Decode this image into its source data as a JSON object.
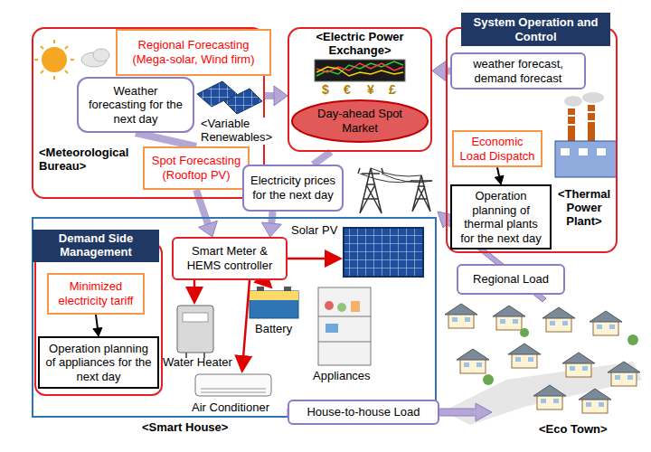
{
  "diagram": {
    "nodes": [
      {
        "text": [
          "<Meteorological Bureau>"
        ]
      },
      {
        "text": [
          "Regional Forecasting (Mega-solar, Wind firm)"
        ]
      },
      {
        "text": [
          "Weather forecasting for the next day"
        ],
        "in": 0
      },
      {
        "text": [
          "Spot Forecasting (Rooftop PV)"
        ]
      },
      {
        "text": [
          "<Electric Power Exchange>"
        ]
      },
      {
        "text": [
          "Day-ahead Spot Market"
        ],
        "in": 4
      },
      {
        "text": [
          "<Thermal Power Plant>"
        ]
      },
      {
        "text": [
          "System Operation and Control"
        ],
        "in": 6
      },
      {
        "text": [
          "weather forecast, demand forecast"
        ],
        "in": 6
      },
      {
        "text": [
          "Economic Load Dispatch"
        ],
        "in": 6
      },
      {
        "text": [
          "Operation planning of thermal plants for the next day"
        ],
        "in": 6
      },
      {
        "text": [
          "Electricity prices for the next day"
        ]
      },
      {
        "text": [
          "<Smart House>"
        ]
      },
      {
        "text": [
          "Demand Side Management"
        ],
        "in": 12
      },
      {
        "text": [
          "Minimized electricity tariff"
        ],
        "in": 13
      },
      {
        "text": [
          "Operation planning of appliances for the next day"
        ],
        "in": 13
      },
      {
        "text": [
          "Smart Meter & HEMS controller"
        ],
        "in": 12
      },
      {
        "text": [
          "Regional Load"
        ]
      },
      {
        "text": [
          "House-to-house Load"
        ]
      }
    ],
    "edges": [
      {
        "from": 0,
        "to": 4,
        "arrow": "to"
      },
      {
        "from": 2,
        "to": 3,
        "arrow": "none"
      },
      {
        "from": 3,
        "to": 16,
        "arrow": "to"
      },
      {
        "from": 8,
        "to": 4,
        "arrow": "to"
      },
      {
        "from": 4,
        "to": 11,
        "arrow": "none"
      },
      {
        "from": 11,
        "to": 16,
        "arrow": "to"
      },
      {
        "from": 9,
        "to": 10,
        "arrow": "to"
      },
      {
        "from": 14,
        "to": 15,
        "arrow": "to"
      }
    ],
    "labels": [
      "<Variable Renewables>",
      "$",
      "€",
      "¥",
      "£",
      "Solar PV",
      "Water Heater",
      "Battery",
      "Appliances",
      "Air Conditioner",
      "<Eco Town>"
    ]
  }
}
